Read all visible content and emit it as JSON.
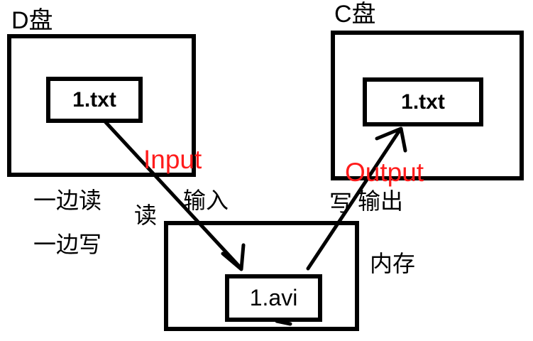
{
  "diagram": {
    "d_drive": {
      "label": "D盘",
      "file": "1.txt"
    },
    "c_drive": {
      "label": "C盘",
      "file": "1.txt"
    },
    "memory": {
      "label": "内存",
      "file": "1.avi"
    },
    "input": {
      "en": "Input",
      "zh": "输入"
    },
    "output": {
      "en": "Output",
      "zh": "输出"
    },
    "read_label": "读",
    "write_label": "写",
    "notes": {
      "line1": "一边读",
      "line2": "一边写"
    },
    "colors": {
      "io_label_red": "#ff1c1c",
      "line_black": "#000000"
    }
  }
}
